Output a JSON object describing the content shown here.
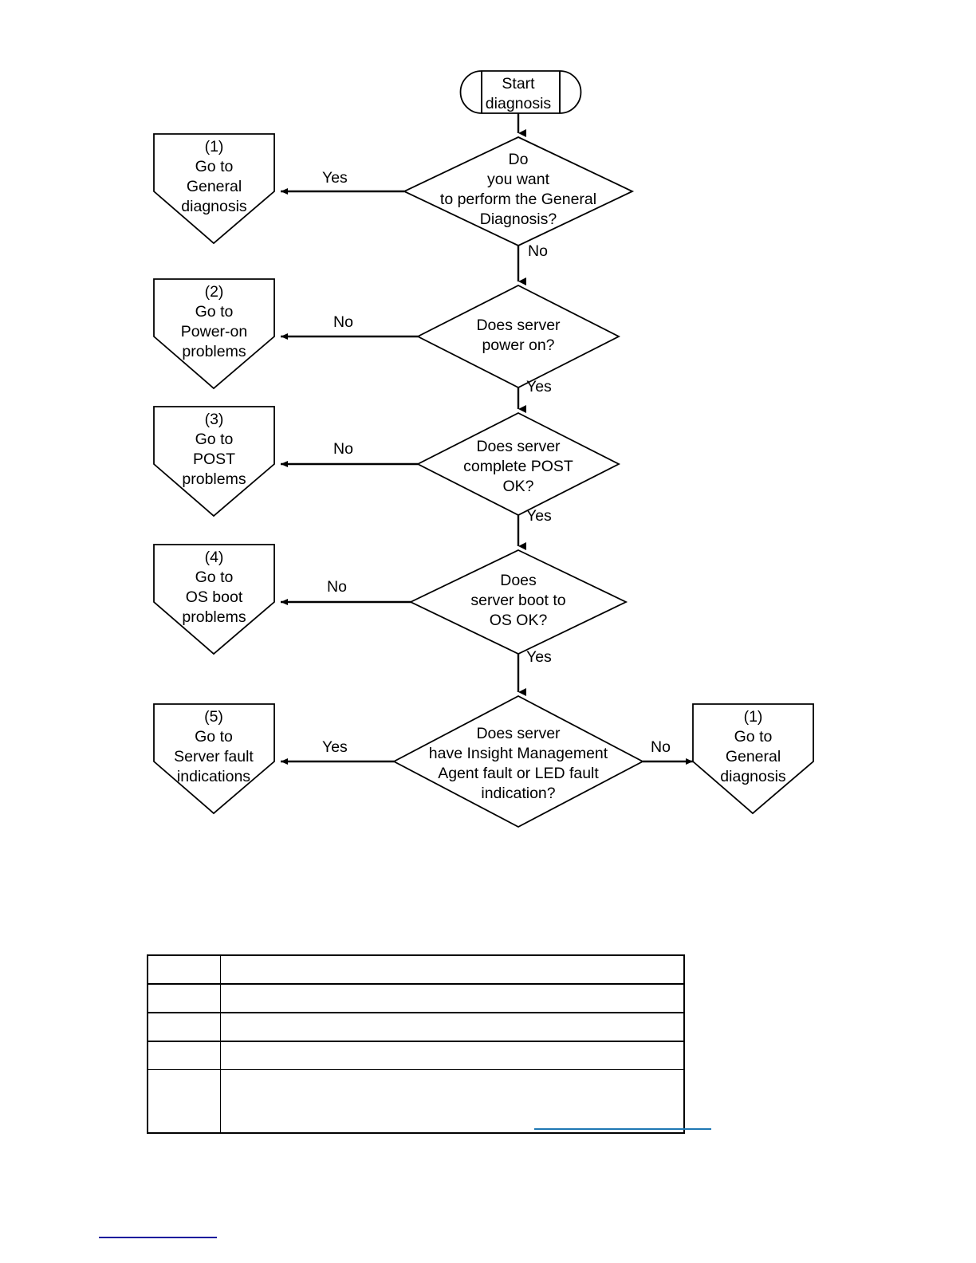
{
  "document": {
    "title": "Server diagnosis flowchart",
    "background_color": "#ffffff",
    "stroke_color": "#000000",
    "link_color": "#1f78b4",
    "footnote_rule_color": "#10109c"
  },
  "flowchart": {
    "type": "flowchart",
    "orientation": "top-to-bottom",
    "nodes": [
      {
        "id": "start",
        "shape": "terminator-predefined-process",
        "lines": [
          "Start",
          "diagnosis"
        ]
      },
      {
        "id": "d1",
        "shape": "decision",
        "lines": [
          "Do",
          "you want",
          "to perform the General",
          "Diagnosis?"
        ]
      },
      {
        "id": "d2",
        "shape": "decision",
        "lines": [
          "Does server",
          "power on?"
        ]
      },
      {
        "id": "d3",
        "shape": "decision",
        "lines": [
          "Does server",
          "complete POST",
          "OK?"
        ]
      },
      {
        "id": "d4",
        "shape": "decision",
        "lines": [
          "Does",
          "server boot to",
          "OS OK?"
        ]
      },
      {
        "id": "d5",
        "shape": "decision",
        "lines": [
          "Does server",
          "have Insight Management",
          "Agent fault or LED fault",
          "indication?"
        ]
      },
      {
        "id": "r1",
        "shape": "pentagon-goto",
        "lines": [
          "(1)",
          "Go to",
          "General",
          "diagnosis"
        ]
      },
      {
        "id": "r2",
        "shape": "pentagon-goto",
        "lines": [
          "(2)",
          "Go to",
          "Power-on",
          "problems"
        ]
      },
      {
        "id": "r3",
        "shape": "pentagon-goto",
        "lines": [
          "(3)",
          "Go to",
          "POST",
          "problems"
        ]
      },
      {
        "id": "r4",
        "shape": "pentagon-goto",
        "lines": [
          "(4)",
          "Go to",
          "OS boot",
          "problems"
        ]
      },
      {
        "id": "r5",
        "shape": "pentagon-goto",
        "lines": [
          "(5)",
          "Go to",
          "Server fault",
          "indications"
        ]
      },
      {
        "id": "r6",
        "shape": "pentagon-goto",
        "lines": [
          "(1)",
          "Go to",
          "General",
          "diagnosis"
        ]
      }
    ],
    "edges": [
      {
        "from": "start",
        "to": "d1",
        "label": ""
      },
      {
        "from": "d1",
        "to": "r1",
        "label": "Yes"
      },
      {
        "from": "d1",
        "to": "d2",
        "label": "No"
      },
      {
        "from": "d2",
        "to": "r2",
        "label": "No"
      },
      {
        "from": "d2",
        "to": "d3",
        "label": "Yes"
      },
      {
        "from": "d3",
        "to": "r3",
        "label": "No"
      },
      {
        "from": "d3",
        "to": "d4",
        "label": "Yes"
      },
      {
        "from": "d4",
        "to": "r4",
        "label": "No"
      },
      {
        "from": "d4",
        "to": "d5",
        "label": "Yes"
      },
      {
        "from": "d5",
        "to": "r5",
        "label": "Yes"
      },
      {
        "from": "d5",
        "to": "r6",
        "label": "No"
      }
    ],
    "edge_labels": {
      "d1_yes": "Yes",
      "d1_no": "No",
      "d2_no": "No",
      "d2_yes": "Yes",
      "d3_no": "No",
      "d3_yes": "Yes",
      "d4_no": "No",
      "d4_yes": "Yes",
      "d5_yes": "Yes",
      "d5_no": "No"
    }
  },
  "legend_table": {
    "rows": [
      {
        "label": "",
        "description": ""
      },
      {
        "label": "",
        "description": ""
      },
      {
        "label": "",
        "description": ""
      },
      {
        "label": "",
        "description": ""
      },
      {
        "label": "",
        "description": ""
      }
    ]
  }
}
